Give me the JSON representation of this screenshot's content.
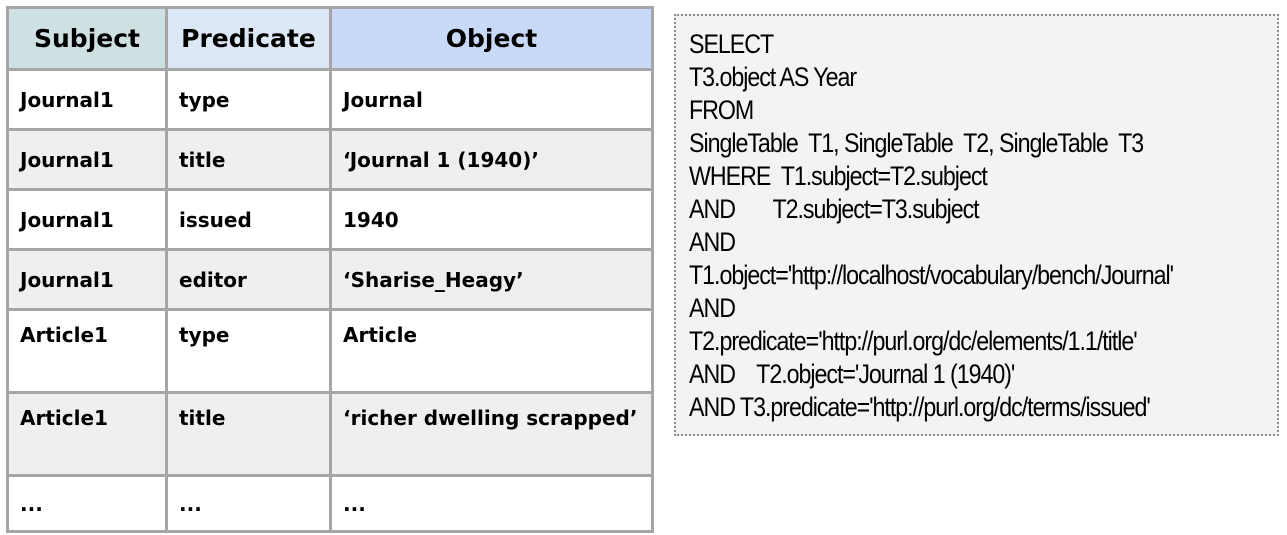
{
  "table": {
    "headers": [
      "Subject",
      "Predicate",
      "Object"
    ],
    "rows": [
      [
        "Journal1",
        "type",
        "Journal"
      ],
      [
        "Journal1",
        "title",
        "‘Journal 1 (1940)’"
      ],
      [
        "Journal1",
        "issued",
        "1940"
      ],
      [
        "Journal1",
        "editor",
        "‘Sharise_Heagy’"
      ],
      [
        "Article1",
        "type",
        "Article"
      ],
      [
        "Article1",
        "title",
        "‘richer dwelling scrapped’"
      ],
      [
        "...",
        "...",
        "..."
      ]
    ]
  },
  "sql": {
    "lines": [
      "SELECT",
      "T3.object AS Year",
      "FROM",
      "SingleTable  T1, SingleTable  T2, SingleTable  T3",
      "WHERE  T1.subject=T2.subject",
      "AND       T2.subject=T3.subject",
      "AND",
      "T1.object='http://localhost/vocabulary/bench/Journal'",
      "AND",
      "T2.predicate='http://purl.org/dc/elements/1.1/title'",
      "AND    T2.object='Journal 1 (1940)'",
      "AND T3.predicate='http://purl.org/dc/terms/issued'"
    ]
  }
}
